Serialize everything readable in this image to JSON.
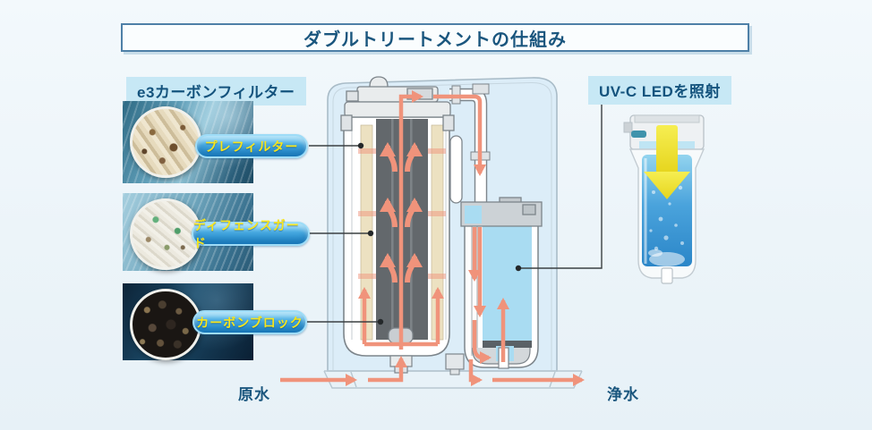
{
  "title": "ダブルトリートメントの仕組み",
  "left_panel": {
    "header": "e3カーボンフィルター",
    "filters": [
      {
        "label": "プレフィルター"
      },
      {
        "label": "ディフェンスガード"
      },
      {
        "label": "カーボンブロック"
      }
    ]
  },
  "right_panel": {
    "header": "UV-C LEDを照射"
  },
  "flow": {
    "inlet_label": "原水",
    "outlet_label": "浄水"
  },
  "colors": {
    "flow_arrow_orange": "#F0937B",
    "pill_blue": "#2E97D6",
    "pill_text_yellow": "#F8E51C",
    "heading_blue": "#14537D",
    "header_bg_light_blue": "#C7E8F5",
    "uv_water_blue": "#4AA3DC",
    "uv_arrow_yellow": "#F0E233",
    "page_background": "#ECF4F9"
  }
}
